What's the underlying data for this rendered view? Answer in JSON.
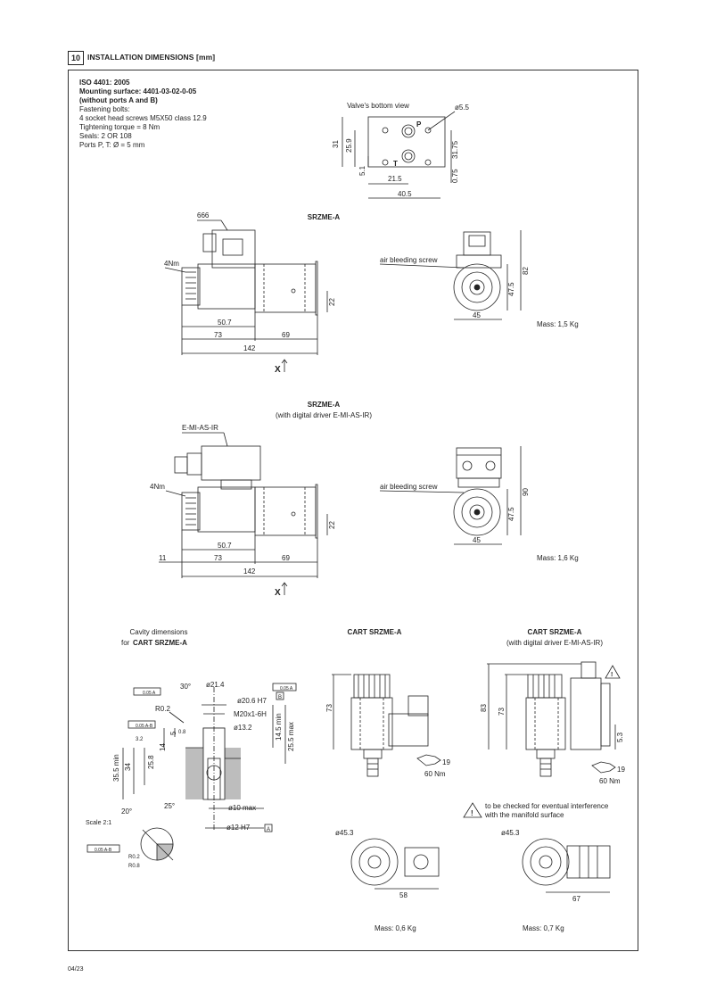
{
  "section": {
    "number": "10",
    "title": "INSTALLATION DIMENSIONS [mm]"
  },
  "spec": {
    "lines_bold": [
      "ISO 4401: 2005",
      "Mounting surface: 4401-03-02-0-05",
      "(without ports A and B)"
    ],
    "lines": [
      "Fastening bolts:",
      "4 socket head screws M5X50 class 12.9",
      "Tightening torque = 8 Nm",
      "Seals: 2 OR 108",
      "Ports P, T: Ø = 5 mm"
    ]
  },
  "bottom_view": {
    "title": "Valve's bottom view",
    "dims": {
      "hole": "ø5.5",
      "h31": "31",
      "h259": "25.9",
      "h51": "5.1",
      "w215": "21.5",
      "w405": "40.5",
      "v3175": "31.75",
      "v075": "0.75"
    },
    "ports": {
      "p": "P",
      "t": "T"
    }
  },
  "srzme_a": {
    "title": "SRZME-A",
    "labels": {
      "connector": "666",
      "torque": "4Nm",
      "air": "air bleeding screw",
      "x": "X"
    },
    "dims": {
      "d507": "50.7",
      "d73": "73",
      "d69": "69",
      "d142": "142",
      "d22": "22",
      "d45": "45",
      "d475": "47.5",
      "d82": "82"
    },
    "mass": "Mass: 1,5 Kg"
  },
  "srzme_a_digital": {
    "title": "SRZME-A",
    "subtitle": "(with digital driver E-MI-AS-IR)",
    "labels": {
      "driver": "E-MI-AS-IR",
      "torque": "4Nm",
      "air": "air bleeding screw",
      "x": "X"
    },
    "dims": {
      "d11": "11",
      "d507": "50.7",
      "d73": "73",
      "d69": "69",
      "d142": "142",
      "d22": "22",
      "d45": "45",
      "d475": "47.5",
      "d90": "90"
    },
    "mass": "Mass: 1,6 Kg"
  },
  "cavity": {
    "title_line1": "Cavity dimensions",
    "title_line2_prefix": "for ",
    "title_line2_bold": "CART SRZME-A",
    "dims": {
      "d214": "ø21.4",
      "d206": "ø20.6  H7",
      "m20": "M20x1-6H",
      "d132": "ø13.2",
      "d10": "ø10  max",
      "d12": "ø12  H7",
      "a30": "30°",
      "r02": "R0.2",
      "r02b": "R0.2",
      "r08": "R0.8",
      "a20": "20°",
      "a25": "25°",
      "l14": "14",
      "l5": "5",
      "l355": "35.5  min",
      "l34": "34",
      "l258": "25.8",
      "l145": "14.5  min",
      "l255": "25.5  max",
      "scale": "Scale 2:1",
      "tol1": "0.05 A",
      "tol2": "0.05 A-B",
      "tol3": "0.05 A",
      "tol4": "0.05 A-B",
      "datum_a": "A",
      "datum_b": "B",
      "r32": "3.2",
      "r08b": "0.8"
    }
  },
  "cart": {
    "title": "CART SRZME-A",
    "dims": {
      "d73": "73",
      "d19": "19",
      "nm": "60 Nm",
      "d453": "ø45.3",
      "d58": "58"
    },
    "mass": "Mass: 0,6 Kg"
  },
  "cart_digital": {
    "title": "CART SRZME-A",
    "subtitle": "(with digital driver E-MI-AS-IR)",
    "dims": {
      "d83": "83",
      "d73": "73",
      "d53": "5.3",
      "d19": "19",
      "nm": "60 Nm",
      "d453": "ø45.3",
      "d67": "67"
    },
    "mass": "Mass: 0,7 Kg"
  },
  "warning": {
    "line1": "to be checked for eventual interference",
    "line2": "with the manifold surface"
  },
  "footer": {
    "code": "04/23"
  }
}
